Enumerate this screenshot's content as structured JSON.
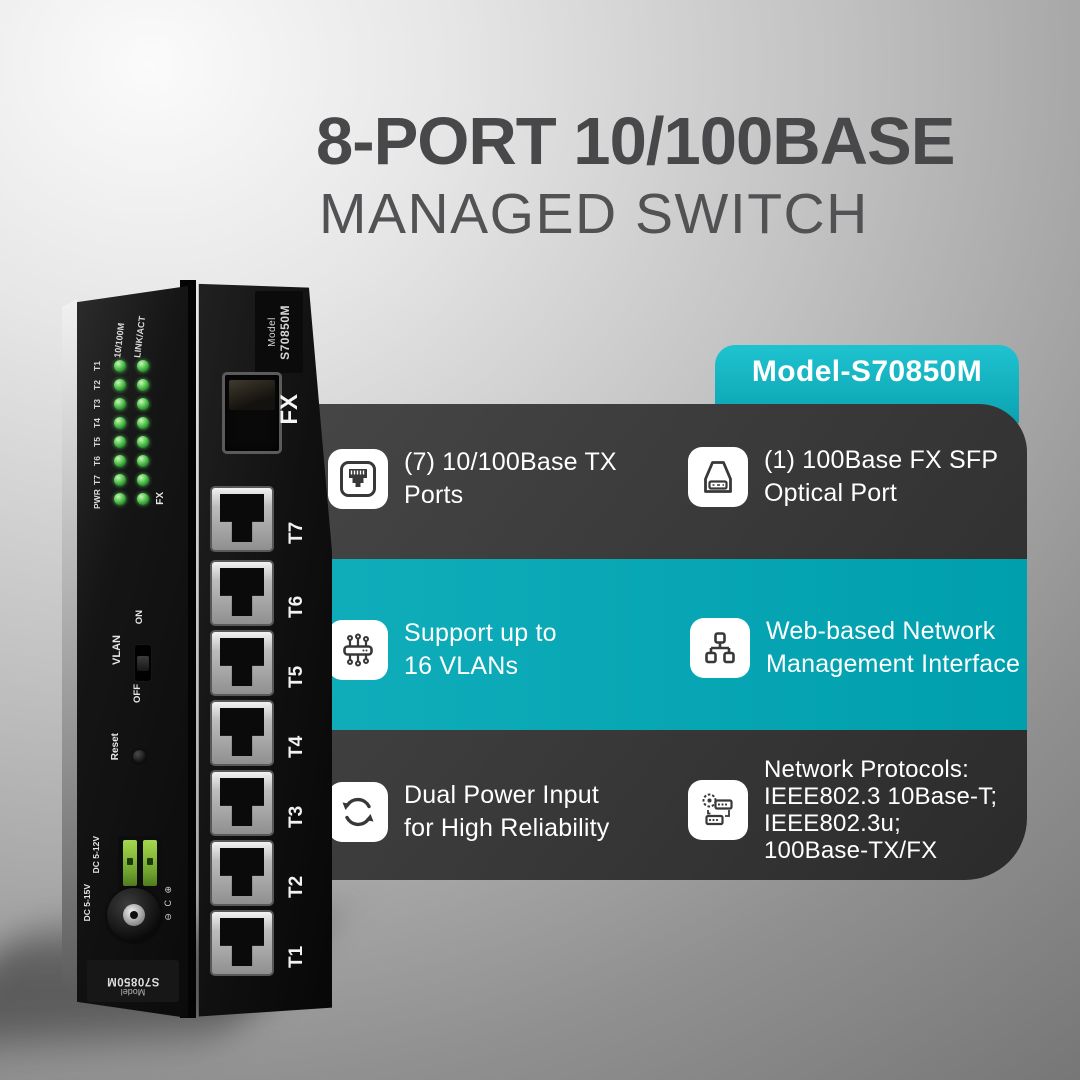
{
  "title": {
    "line1": "8-PORT 10/100BASE",
    "line2": "MANAGED SWITCH"
  },
  "badge": {
    "label": "Model-S70850M"
  },
  "features": [
    {
      "icon": "ethernet-port-icon",
      "lines": [
        "(7) 10/100Base TX Ports"
      ]
    },
    {
      "icon": "sfp-module-icon",
      "lines": [
        "(1) 100Base FX SFP",
        "Optical Port"
      ]
    },
    {
      "icon": "vlan-icon",
      "lines": [
        "Support up to",
        "16 VLANs"
      ]
    },
    {
      "icon": "network-topology-icon",
      "lines": [
        "Web-based Network",
        "Management Interface"
      ]
    },
    {
      "icon": "dual-power-icon",
      "lines": [
        "Dual Power Input",
        "for High Reliability"
      ]
    },
    {
      "icon": "protocols-icon",
      "lines": [
        "Network Protocols:",
        "IEEE802.3 10Base-T;",
        "IEEE802.3u;",
        "100Base-TX/FX"
      ]
    }
  ],
  "device": {
    "leds": {
      "col_headers": [
        "10/100M",
        "LINK/ACT"
      ],
      "rows": [
        "T1",
        "T2",
        "T3",
        "T4",
        "T5",
        "T6",
        "T7",
        "PWR"
      ],
      "fx": "FX"
    },
    "vlan_switch": {
      "label": "VLAN",
      "on": "ON",
      "off": "OFF"
    },
    "reset": "Reset",
    "dc_terminal": "DC 5-12V",
    "dc_jack": "DC 5-15V",
    "polarity": "⊖ C ⊕",
    "bottom_label": {
      "line1": "Model",
      "line2": "S70850M"
    },
    "front_label": {
      "line1": "Model",
      "line2": "S70850M"
    },
    "sfp_label": "FX",
    "ports": [
      "T7",
      "T6",
      "T5",
      "T4",
      "T3",
      "T2",
      "T1"
    ]
  },
  "colors": {
    "accent_teal": "#0aa6b4",
    "badge_teal": "#16bac8",
    "panel_gray": "#3a3a3a",
    "title_gray": "#48484a",
    "led_green": "#45bb48"
  }
}
